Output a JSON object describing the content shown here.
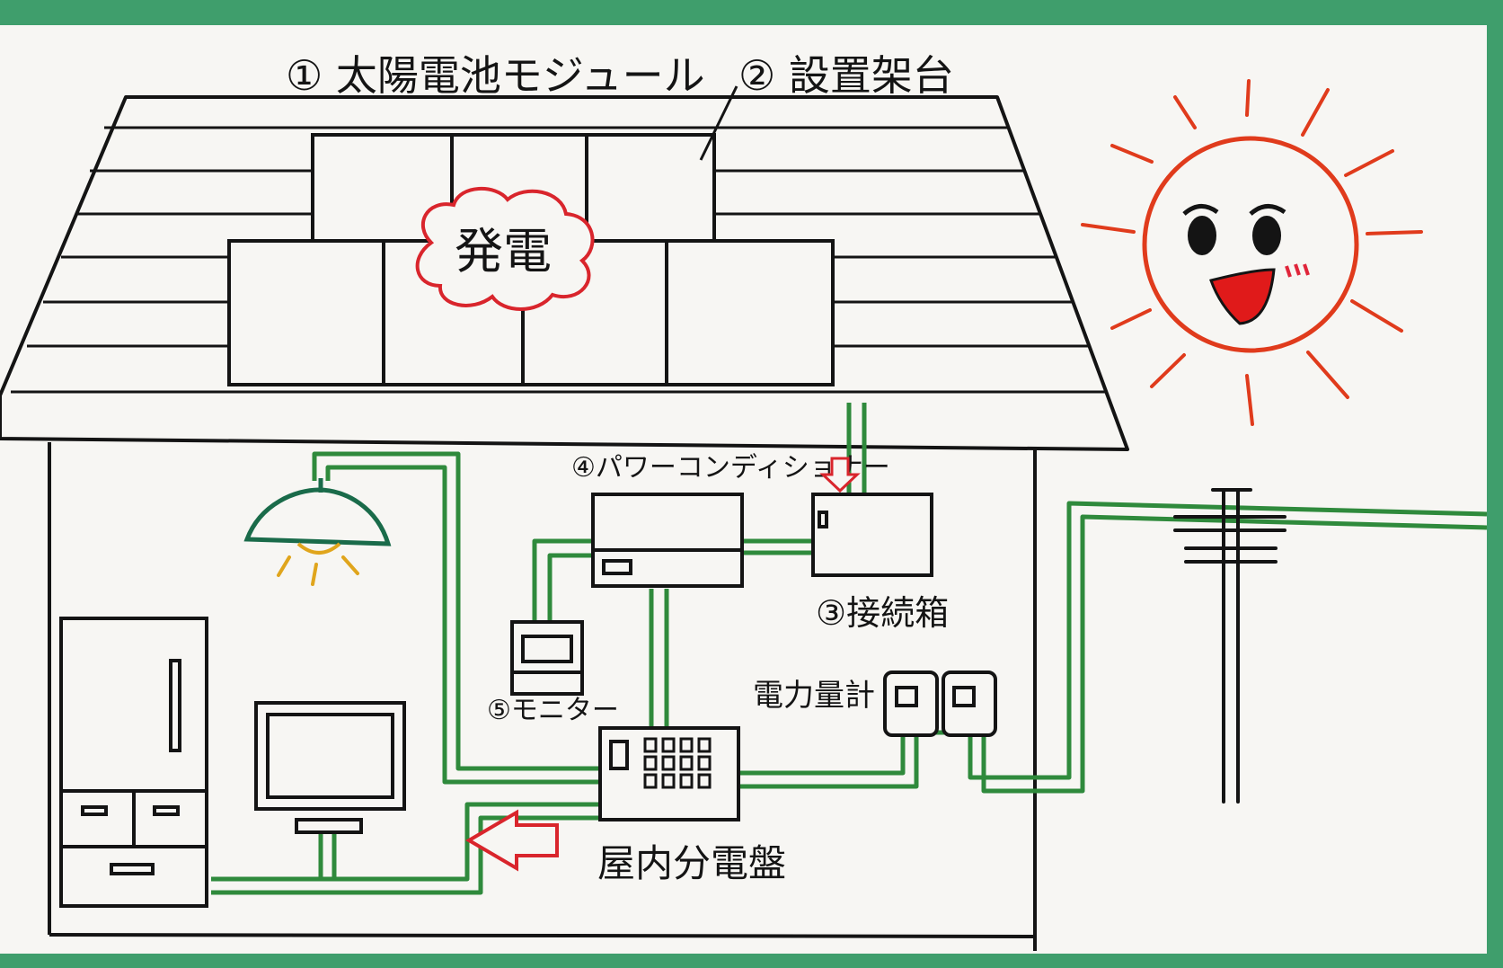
{
  "labels": {
    "module": "① 太陽電池モジュール",
    "mount": "② 設置架台",
    "hatsuden": "発電",
    "power_conditioner": "④パワーコンディショナー",
    "junction_box": "③接続箱",
    "meter": "電力量計",
    "monitor": "⑤モニター",
    "distribution_panel": "屋内分電盤"
  },
  "colors": {
    "border": "#3f9e6c",
    "paper": "#f7f6f3",
    "ink": "#141414",
    "wire": "#2f8a3c",
    "sun": "#e03b1c",
    "cloud": "#d9252c",
    "arrow": "#d9252c",
    "lamp": "#1a6b4a",
    "light_rays": "#e0a51c",
    "mouth": "#e01a1a",
    "cheek": "#e0253a"
  },
  "icons": [
    "sun-icon",
    "lamp-icon",
    "refrigerator-icon",
    "tv-icon",
    "utility-pole-icon",
    "arrow-icon"
  ]
}
